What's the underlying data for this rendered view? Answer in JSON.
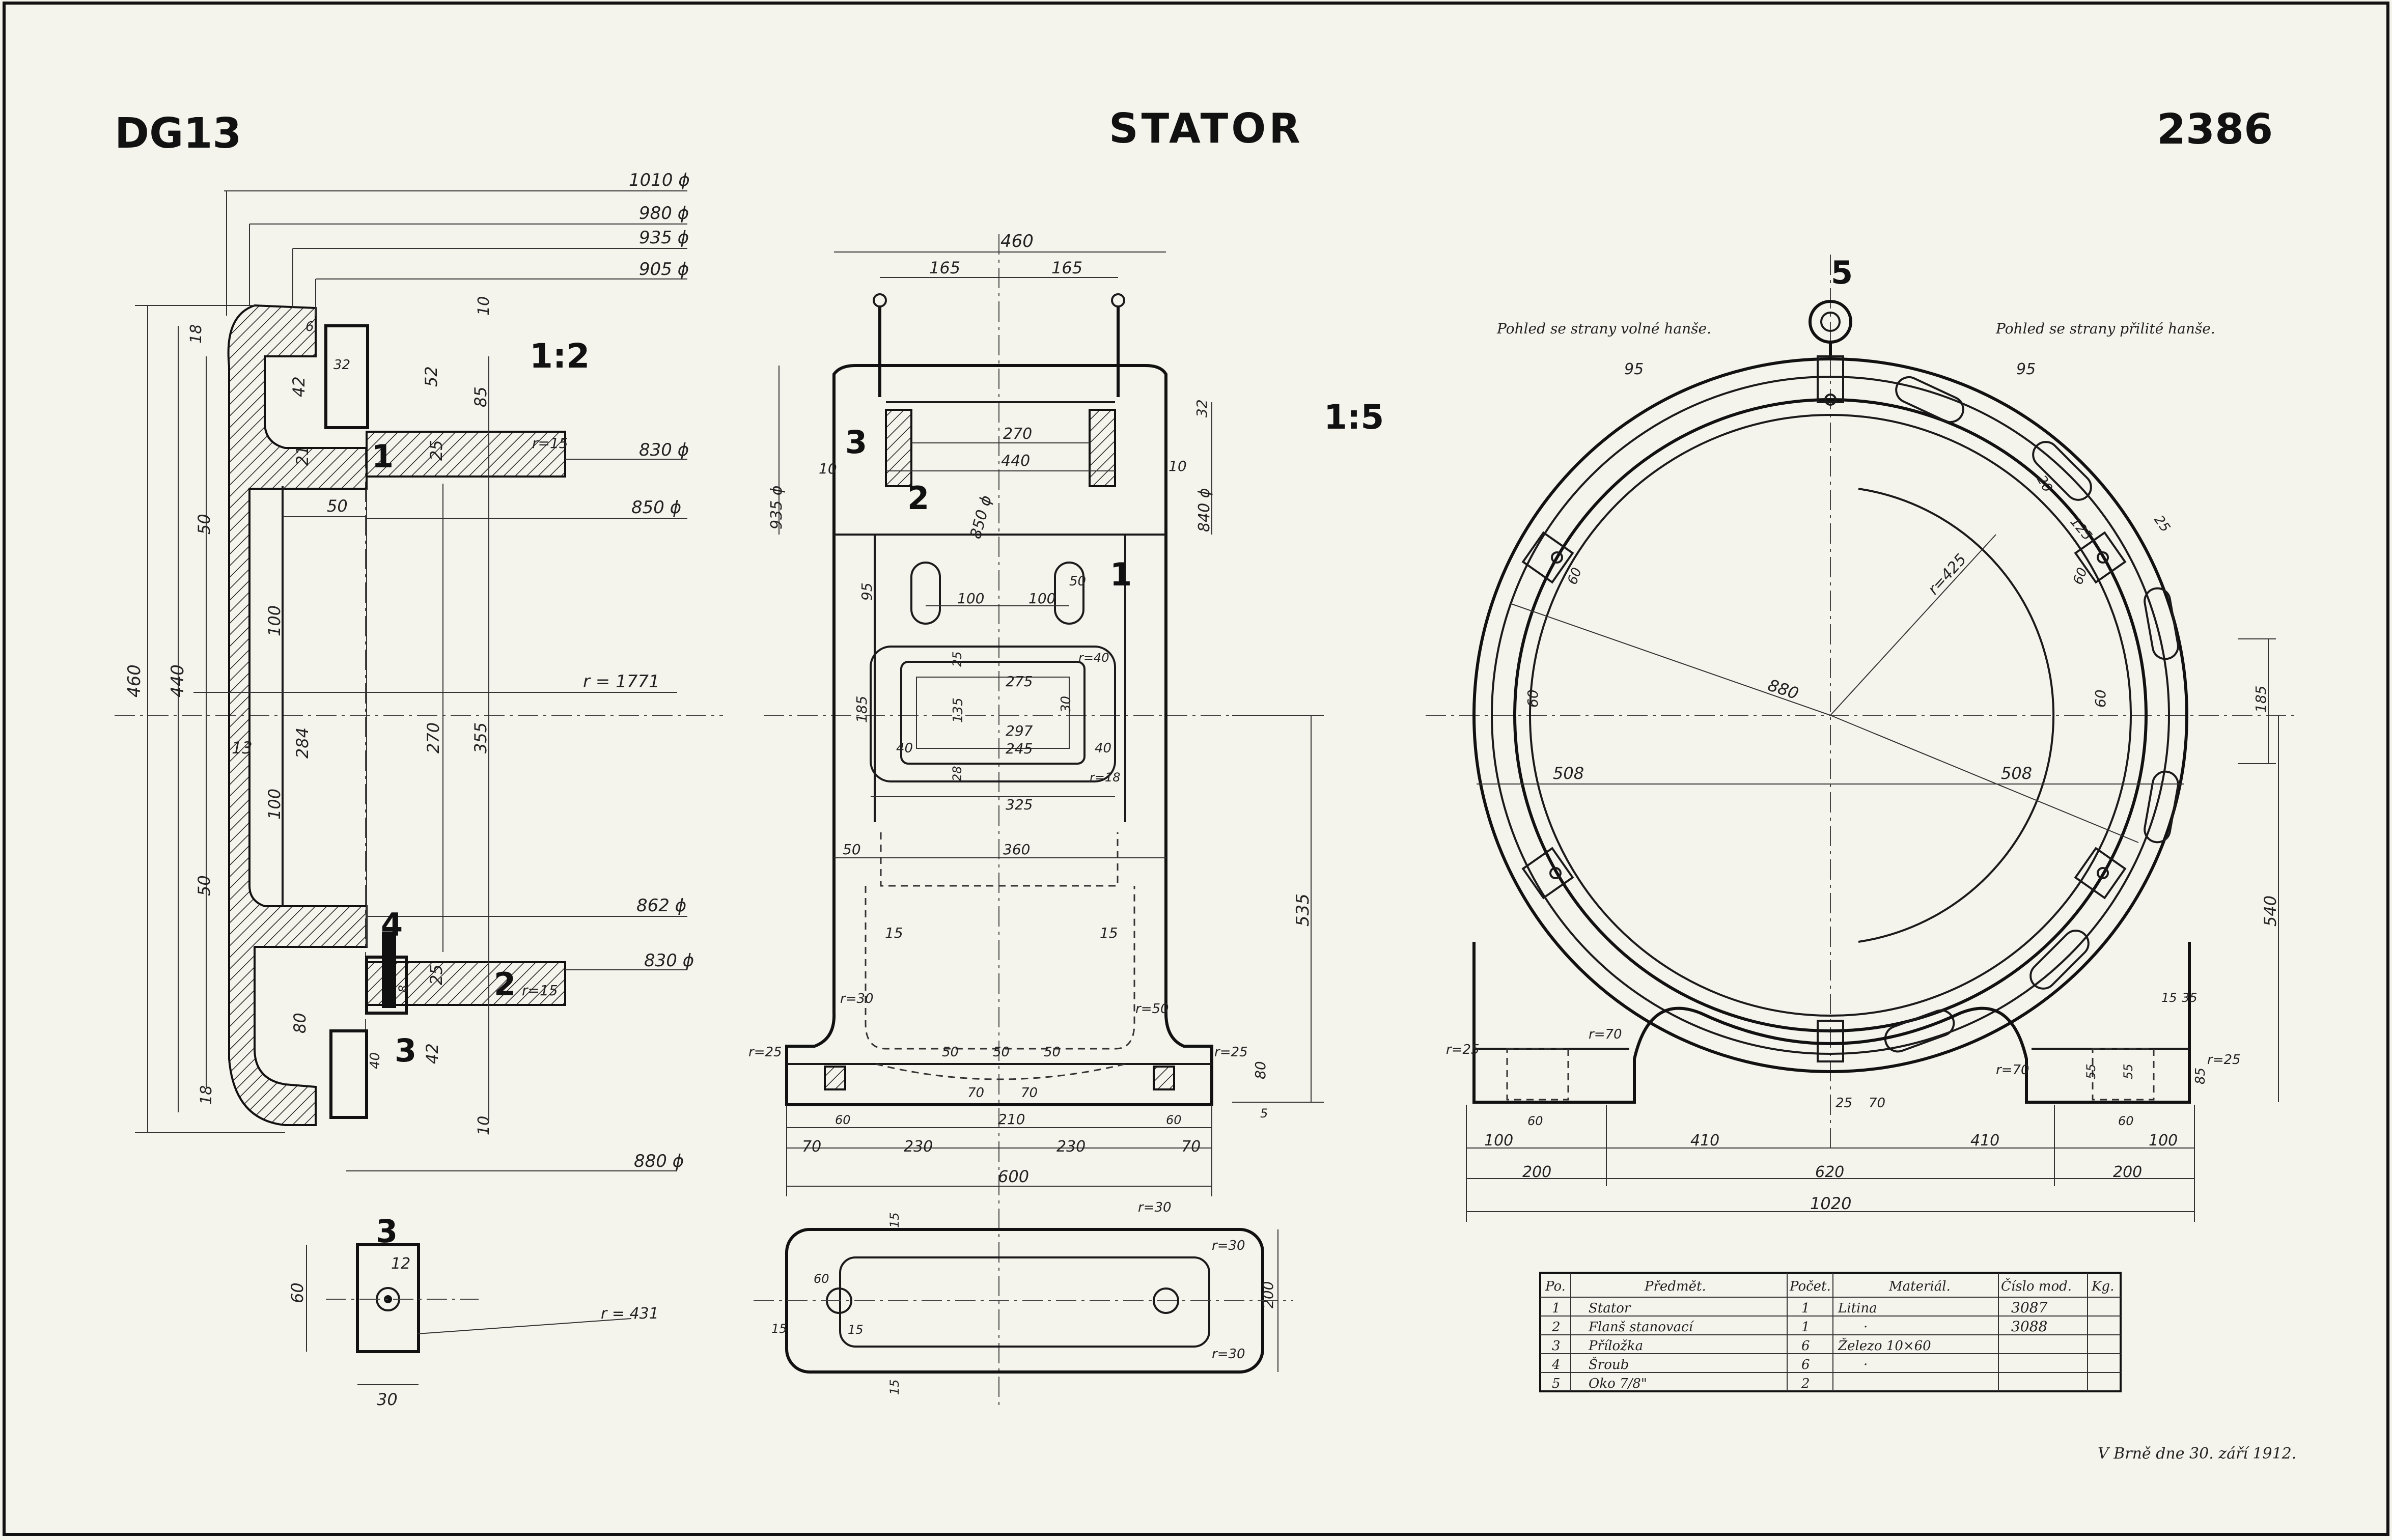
{
  "header": {
    "left_code": "DG13",
    "title": "STATOR",
    "drawing_number": "2386"
  },
  "scales": {
    "section": "1:2",
    "views": "1:5"
  },
  "view_captions": {
    "left": "Pohled se strany volné hanše.",
    "right": "Pohled se strany přilité hanše."
  },
  "callouts": [
    "1",
    "2",
    "3",
    "4",
    "5"
  ],
  "section_dims": {
    "d1010": "1010 ϕ",
    "d980": "980 ϕ",
    "d935": "935 ϕ",
    "d905": "905 ϕ",
    "d830a": "830 ϕ",
    "d850": "850 ϕ",
    "d862": "862 ϕ",
    "d830b": "830 ϕ",
    "d880": "880 ϕ",
    "r1771": "r = 1771",
    "r431": "r = 431",
    "h460": "460",
    "h440": "440",
    "v355": "355",
    "v270": "270",
    "v284": "284",
    "v100a": "100",
    "v100b": "100",
    "v50a": "50",
    "v50b": "50",
    "v13": "13",
    "v80": "80",
    "v42a": "42",
    "v42b": "42",
    "v52": "52",
    "v85": "85",
    "v25a": "25",
    "v25b": "25",
    "v21": "21",
    "v18a": "18",
    "v18b": "18",
    "v10a": "10",
    "v10b": "10",
    "h50": "50",
    "r15a": "r=15",
    "r15b": "r=15",
    "d32": "32",
    "d6": "6",
    "d40": "40",
    "d8": "8"
  },
  "detail3": {
    "w30": "30",
    "h60": "60",
    "d12": "12"
  },
  "front_dims": {
    "w460": "460",
    "w165a": "165",
    "w165b": "165",
    "w440": "440",
    "w270": "270",
    "h935": "935 ϕ",
    "h840": "840 ϕ",
    "d850": "850 ϕ",
    "v32": "32",
    "h10a": "10",
    "h10b": "10",
    "w100a": "100",
    "w100b": "100",
    "v95": "95",
    "d50": "50",
    "w275": "275",
    "w297": "297",
    "w245": "245",
    "w325": "325",
    "v185": "185",
    "v135": "135",
    "v30": "30",
    "v25": "25",
    "v28": "28",
    "w40a": "40",
    "w40b": "40",
    "r40": "r=40",
    "r18": "r=18",
    "w50": "50",
    "w360": "360",
    "w15a": "15",
    "w15b": "15",
    "v535": "535",
    "r30": "r=30",
    "r50": "r=50",
    "r25a": "r=25",
    "r25b": "r=25",
    "w50a": "50",
    "w50b": "50",
    "w50c": "50",
    "w70a": "70",
    "w70b": "70",
    "w210": "210",
    "w70c": "70",
    "w230a": "230",
    "w230b": "230",
    "w70d": "70",
    "w600": "600",
    "v80": "80",
    "v5": "5",
    "w60a": "60",
    "w60b": "60"
  },
  "plan_dims": {
    "r30a": "r=30",
    "r30b": "r=30",
    "r30c": "r=30",
    "v15a": "15",
    "v15b": "15",
    "v200": "200",
    "w15a": "15",
    "w15b": "15",
    "d60": "60"
  },
  "side_dims": {
    "w95a": "95",
    "w95b": "95",
    "r425": "r=425",
    "d880": "880",
    "w508a": "508",
    "w508b": "508",
    "v185": "185",
    "v540": "540",
    "v60a": "60",
    "v60b": "60",
    "v60c": "60",
    "v60d": "60",
    "v125": "125",
    "v25": "25",
    "v20": "20",
    "v25b": "25",
    "v70": "70",
    "w100a": "100",
    "w410a": "410",
    "w410b": "410",
    "w100b": "100",
    "w200a": "200",
    "w620": "620",
    "w200b": "200",
    "w1020": "1020",
    "r25a": "r=25",
    "r25b": "r=25",
    "r70a": "r=70",
    "r70b": "r=70",
    "v15": "15",
    "v35": "35",
    "v55a": "55",
    "v55b": "55",
    "v85": "85",
    "w60a": "60",
    "w60b": "60"
  },
  "parts_table": {
    "headers": [
      "Po.",
      "Předmět.",
      "Počet.",
      "Materiál.",
      "Číslo mod.",
      "Kg."
    ],
    "rows": [
      [
        "1",
        "Stator",
        "1",
        "Litina",
        "3087",
        ""
      ],
      [
        "2",
        "Flanš stanovací",
        "1",
        "·",
        "3088",
        ""
      ],
      [
        "3",
        "Příložka",
        "6",
        "Železo 10×60",
        "",
        ""
      ],
      [
        "4",
        "Šroub",
        "6",
        "·",
        "",
        ""
      ],
      [
        "5",
        "Oko 7/8\"",
        "2",
        "",
        "",
        ""
      ]
    ]
  },
  "footer": {
    "signature_note": "V Brně dne 30. září 1912."
  }
}
